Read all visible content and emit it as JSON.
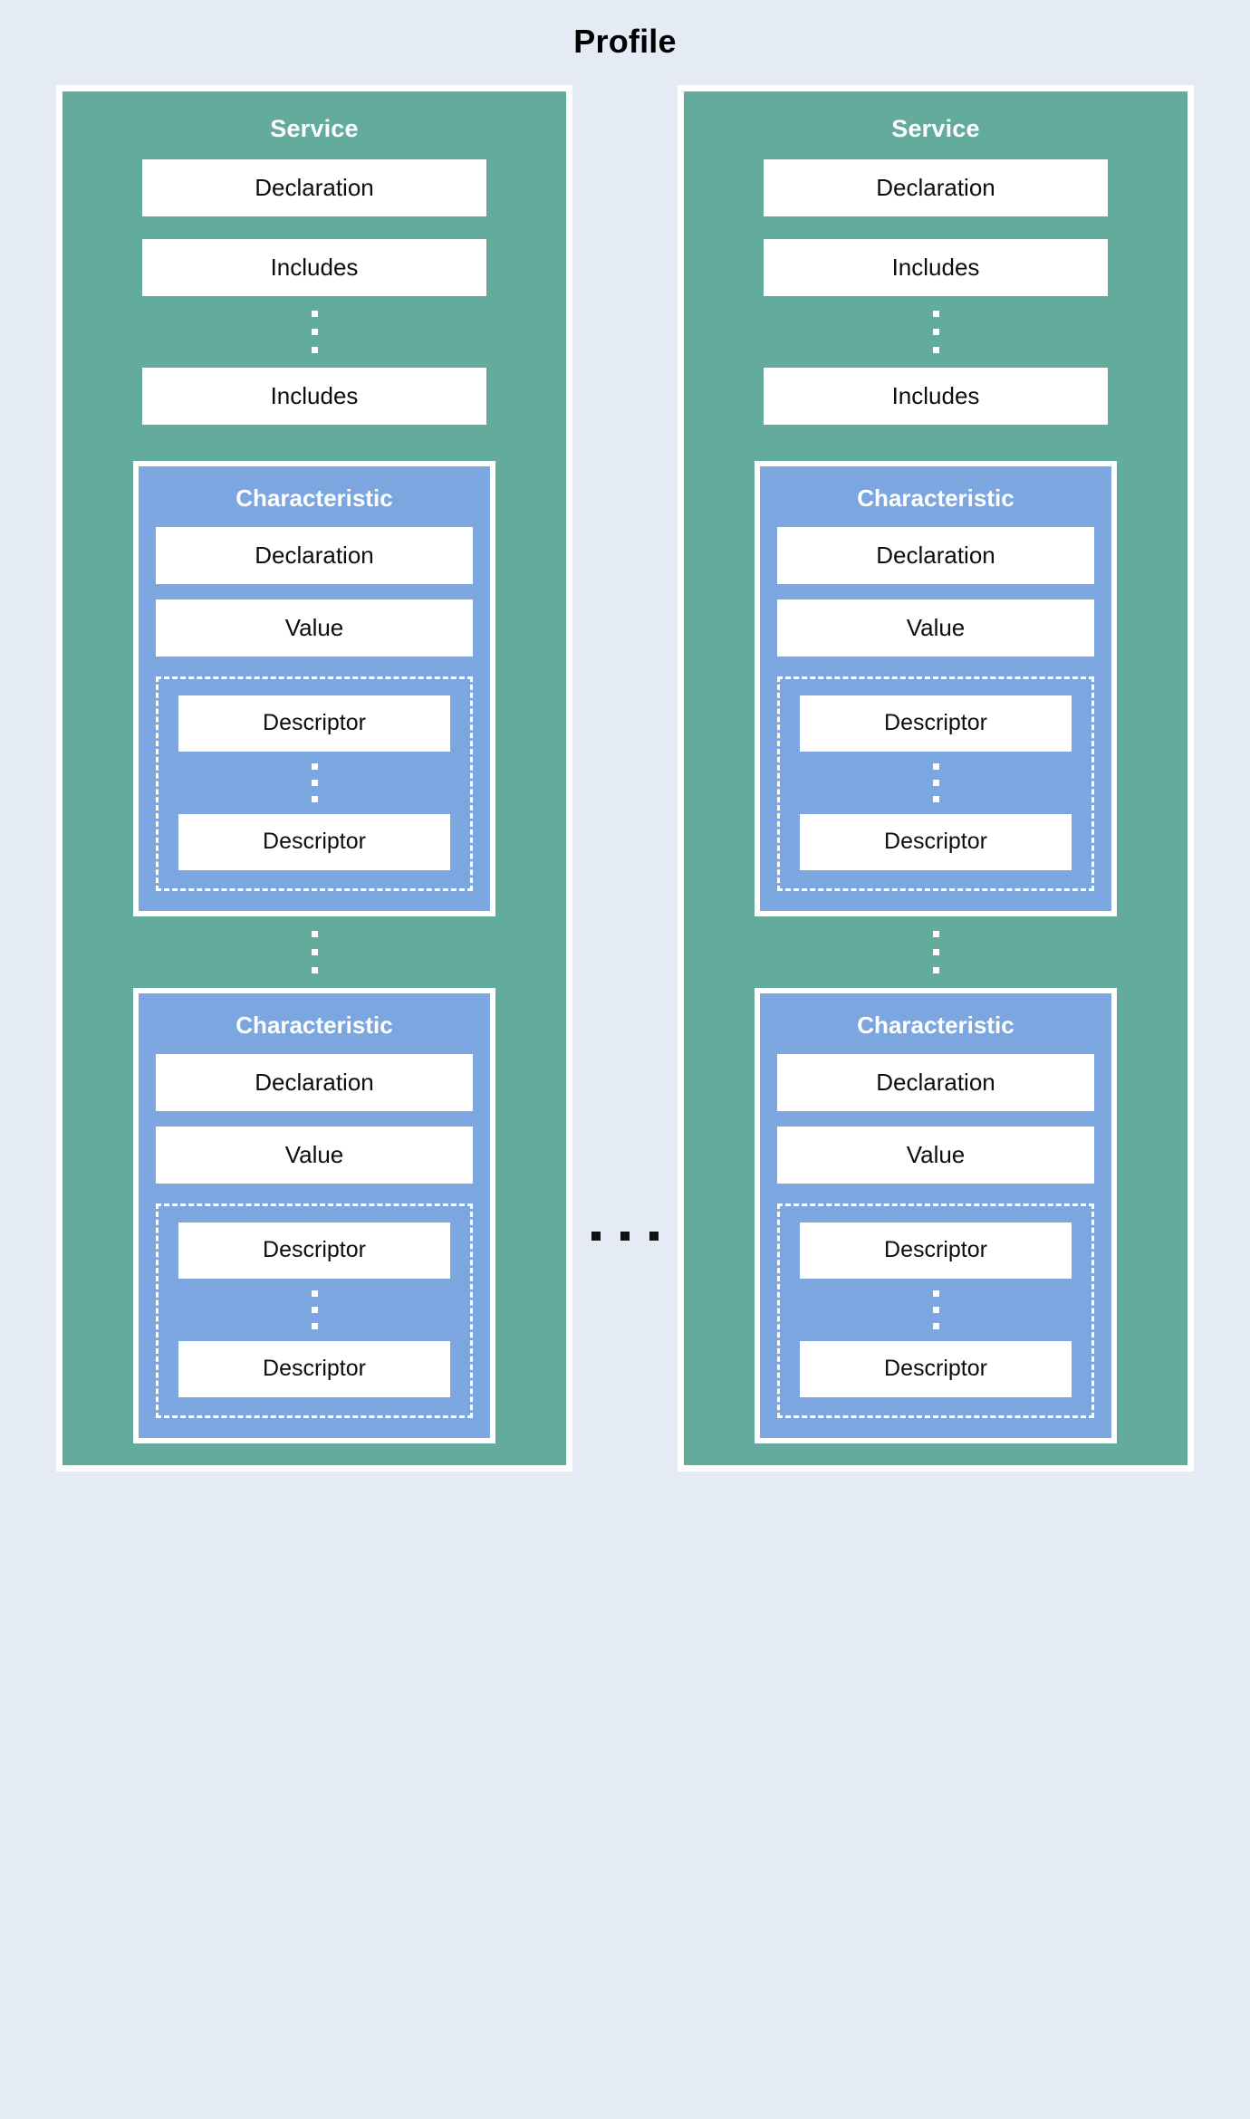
{
  "diagram": {
    "title": "Profile",
    "type": "nested-block-diagram",
    "colors": {
      "background": "#e5ebf5",
      "service_fill": "#63ab9d",
      "characteristic_fill": "#7ba6e0",
      "leaf_fill": "#ffffff",
      "border": "#ffffff",
      "text_dark": "#0d0d0d",
      "text_light": "#ffffff",
      "ellipsis_dark": "#111111"
    },
    "column_separator": {
      "label": "horizontal-ellipsis",
      "glyph": "• • •",
      "meaning": "more services"
    },
    "services": [
      {
        "title": "Service",
        "leaf_items": [
          {
            "label": "Declaration"
          },
          {
            "label": "Includes"
          }
        ],
        "includes_ellipsis": "vertical-ellipsis",
        "trailing_leaf": {
          "label": "Includes"
        },
        "characteristics": [
          {
            "title": "Characteristic",
            "leaf_items": [
              {
                "label": "Declaration"
              },
              {
                "label": "Value"
              }
            ],
            "descriptor_group": {
              "first": {
                "label": "Descriptor"
              },
              "ellipsis": "vertical-ellipsis",
              "last": {
                "label": "Descriptor"
              }
            }
          },
          {
            "title": "Characteristic",
            "leaf_items": [
              {
                "label": "Declaration"
              },
              {
                "label": "Value"
              }
            ],
            "descriptor_group": {
              "first": {
                "label": "Descriptor"
              },
              "ellipsis": "vertical-ellipsis",
              "last": {
                "label": "Descriptor"
              }
            }
          }
        ],
        "characteristic_ellipsis": "vertical-ellipsis"
      },
      {
        "title": "Service",
        "leaf_items": [
          {
            "label": "Declaration"
          },
          {
            "label": "Includes"
          }
        ],
        "includes_ellipsis": "vertical-ellipsis",
        "trailing_leaf": {
          "label": "Includes"
        },
        "characteristics": [
          {
            "title": "Characteristic",
            "leaf_items": [
              {
                "label": "Declaration"
              },
              {
                "label": "Value"
              }
            ],
            "descriptor_group": {
              "first": {
                "label": "Descriptor"
              },
              "ellipsis": "vertical-ellipsis",
              "last": {
                "label": "Descriptor"
              }
            }
          },
          {
            "title": "Characteristic",
            "leaf_items": [
              {
                "label": "Declaration"
              },
              {
                "label": "Value"
              }
            ],
            "descriptor_group": {
              "first": {
                "label": "Descriptor"
              },
              "ellipsis": "vertical-ellipsis",
              "last": {
                "label": "Descriptor"
              }
            }
          }
        ],
        "characteristic_ellipsis": "vertical-ellipsis"
      }
    ]
  }
}
